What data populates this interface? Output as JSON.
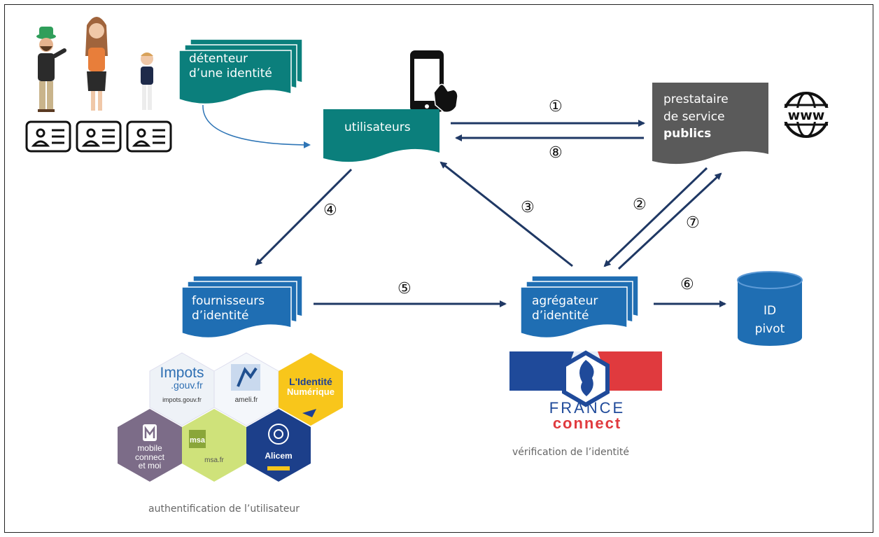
{
  "nodes": {
    "holder": {
      "line1": "détenteur",
      "line2": "d’une identité"
    },
    "users": {
      "label": "utilisateurs"
    },
    "provider": {
      "line1": "prestataire",
      "line2": "de service",
      "line3": "publics"
    },
    "idp": {
      "line1": "fournisseurs",
      "line2": "d’identité"
    },
    "aggregator": {
      "line1": "agrégateur",
      "line2": "d’identité"
    },
    "db": {
      "line1": "ID",
      "line2": "pivot"
    }
  },
  "steps": [
    "①",
    "②",
    "③",
    "④",
    "⑤",
    "⑥",
    "⑦",
    "⑧"
  ],
  "captions": {
    "auth": "authentification de l’utilisateur",
    "verify": "vérification de l’identité"
  },
  "logos": {
    "impots": {
      "big": "Impots",
      "small": ".gouv.fr",
      "url": "impots.gouv.fr"
    },
    "ameli": {
      "url": "ameli.fr"
    },
    "laposte": {
      "line1": "L'Identité",
      "line2": "Numérique"
    },
    "mobileconnect": {
      "line1": "mobile",
      "line2": "connect",
      "line3": "et moi"
    },
    "msa": {
      "url": "msa.fr"
    },
    "alicem": {
      "label": "Alicem"
    },
    "franceconnect": {
      "line1": "FRANCE",
      "line2": "connect"
    }
  },
  "www_label": "www",
  "colors": {
    "teal": "#0b7f7c",
    "blue": "#1f6eb3",
    "gray": "#5a5a5a",
    "navy": "#1f3864",
    "arrow_light": "#2e75b6"
  }
}
